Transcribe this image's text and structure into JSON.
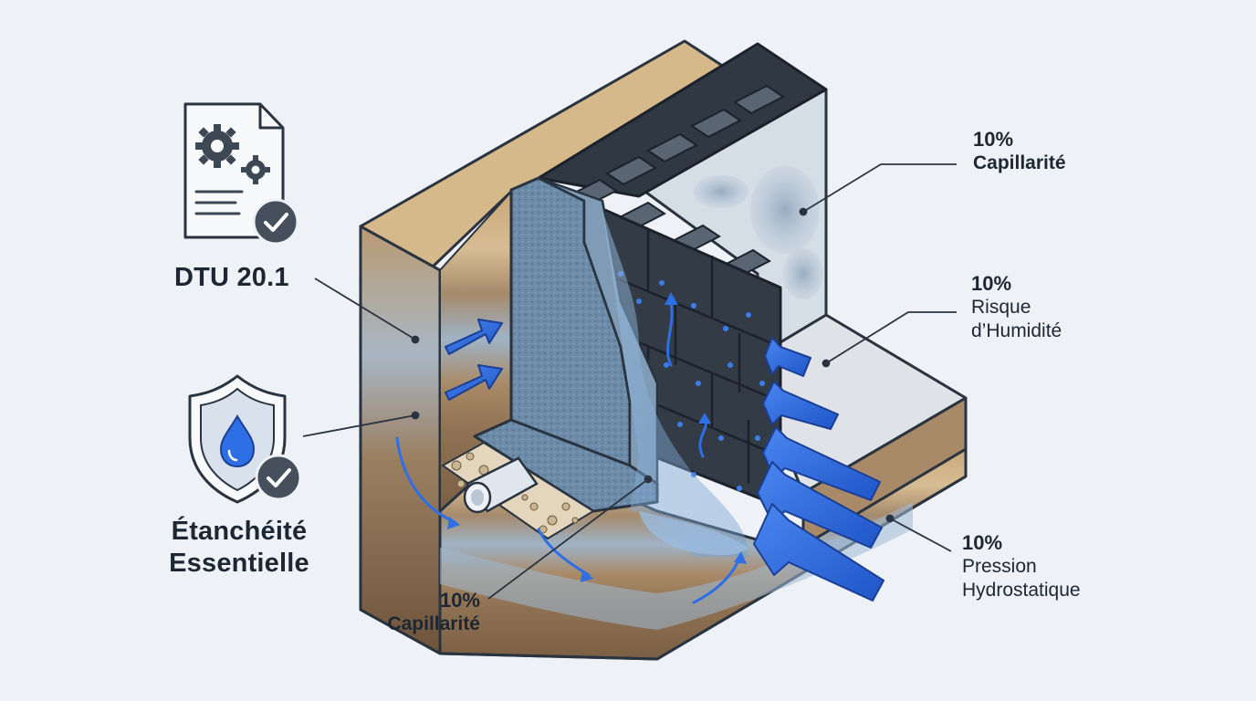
{
  "left": {
    "standard": {
      "title": "DTU 20.1",
      "icon": "document-gears-check-icon"
    },
    "waterproofing": {
      "title_line1": "Étanchéité",
      "title_line2": "Essentielle",
      "icon": "shield-water-drop-check-icon"
    }
  },
  "callouts": {
    "top_right": {
      "percent": "10%",
      "label": "Capillarité"
    },
    "mid_right": {
      "percent": "10%",
      "label_line1": "Risque",
      "label_line2": "d’Humidité"
    },
    "bottom_right": {
      "percent": "10%",
      "label_line1": "Pression",
      "label_line2": "Hydrostatique"
    },
    "bottom_center": {
      "percent": "10%",
      "label": "Capillarité"
    }
  },
  "colors": {
    "background": "#eef1f6",
    "text": "#1c2733",
    "arrow_blue": "#2f6fe6",
    "membrane": "#5e7c98",
    "block": "#323b46",
    "soil": "#c7a57a",
    "water": "#8fb4db"
  }
}
